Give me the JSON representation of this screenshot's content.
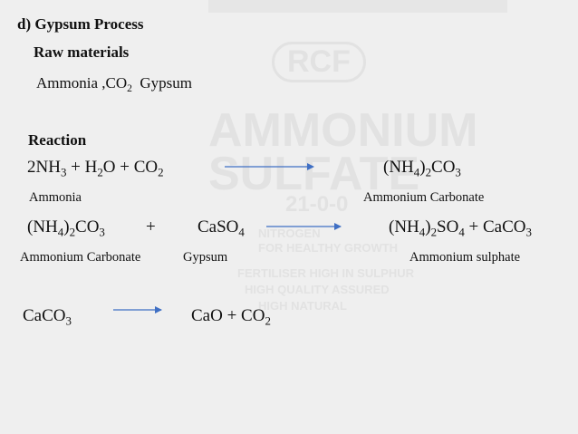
{
  "watermark": {
    "brand": "RCF",
    "title_line1": "AMMONIUM",
    "title_line2": "SULFATE",
    "grade": "21-0-0",
    "lines": [
      "NITROGEN",
      "FOR HEALTHY GROWTH",
      "FERTILISER HIGH IN SULPHUR",
      "HIGH QUALITY ASSURED",
      "HIGH NATURAL"
    ]
  },
  "heading": "d) Gypsum Process",
  "raw_materials": {
    "label": "Raw materials",
    "list": {
      "a": "Ammonia ,CO",
      "a_sub": "2",
      "b": "Gypsum"
    }
  },
  "reaction_label": "Reaction",
  "eq1": {
    "lhs": {
      "p1": "2NH",
      "s1": "3",
      "p2": " + H",
      "s2": "2",
      "p3": "O + CO",
      "s3": "2"
    },
    "rhs": {
      "p1": "(NH",
      "s1": "4",
      "p2": ")",
      "s2": "2",
      "p3": "CO",
      "s3": "3"
    },
    "lhs_name": "Ammonia",
    "rhs_name": "Ammonium Carbonate"
  },
  "eq2": {
    "r1": {
      "p1": "(NH",
      "s1": "4",
      "p2": ")",
      "s2": "2",
      "p3": "CO",
      "s3": "3"
    },
    "plus": "+",
    "r2": {
      "p1": "CaSO",
      "s1": "4"
    },
    "prod": {
      "p1": "(NH",
      "s1": "4",
      "p2": ")",
      "s2": "2",
      "p3": "SO",
      "s3": "4",
      "p4": " + CaCO",
      "s4": "3"
    },
    "name_r1": "Ammonium Carbonate",
    "name_r2": "Gypsum",
    "name_prod": "Ammonium sulphate"
  },
  "eq3": {
    "lhs": {
      "p1": "CaCO",
      "s1": "3"
    },
    "rhs": {
      "p1": "CaO + CO",
      "s1": "2"
    }
  },
  "colors": {
    "arrow": "#3f6fc4",
    "background": "#efefef",
    "watermark": "#e2e2e2"
  }
}
